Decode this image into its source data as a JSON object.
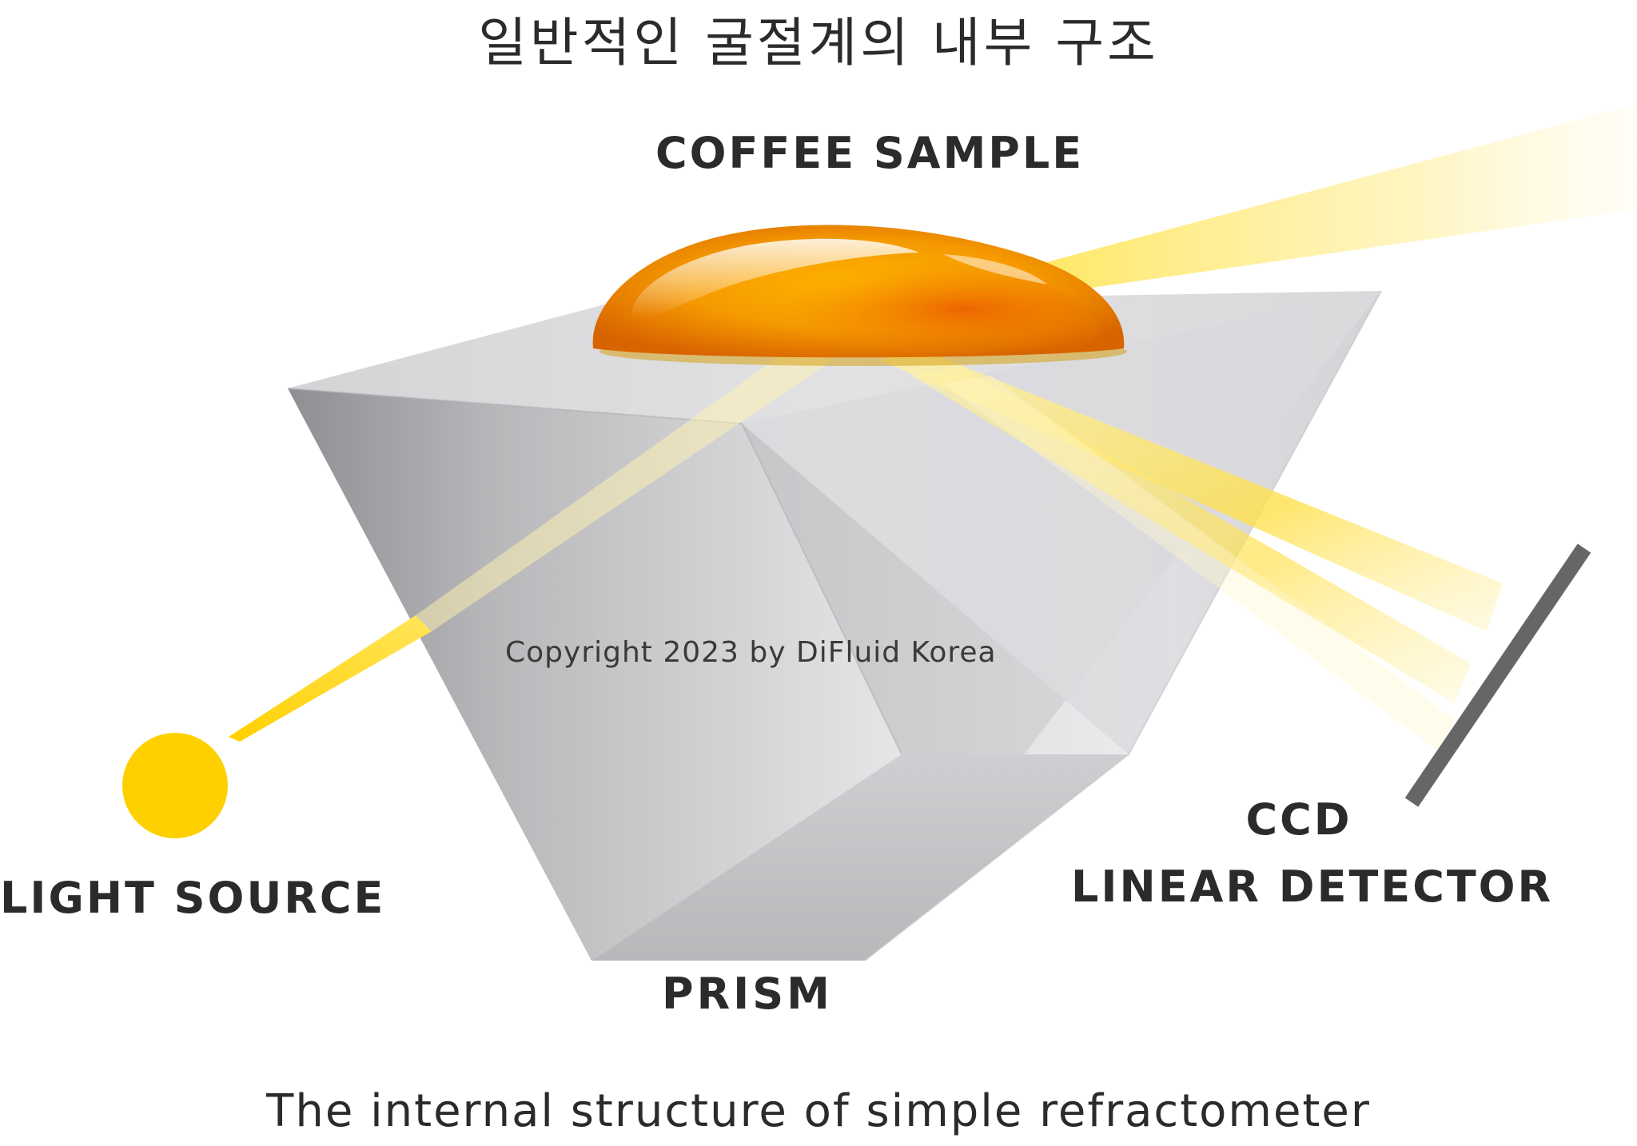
{
  "title": "일반적인 굴절계의 내부 구조",
  "labels": {
    "coffee_sample": "COFFEE SAMPLE",
    "light_source": "LIGHT SOURCE",
    "ccd_line1": "CCD",
    "ccd_line2": "LINEAR DETECTOR",
    "prism": "PRISM"
  },
  "copyright": "Copyright 2023 by DiFluid Korea",
  "caption": "The internal structure of simple refractometer",
  "colors": {
    "light_yellow": "#FFD000",
    "beam_yellow": "#FFE76A",
    "sample_orange": "#F5A000",
    "sample_deep": "#E86A00",
    "prism_gray": "#C8C8CA",
    "detector_gray": "#666666",
    "text": "#2B2B2B"
  }
}
